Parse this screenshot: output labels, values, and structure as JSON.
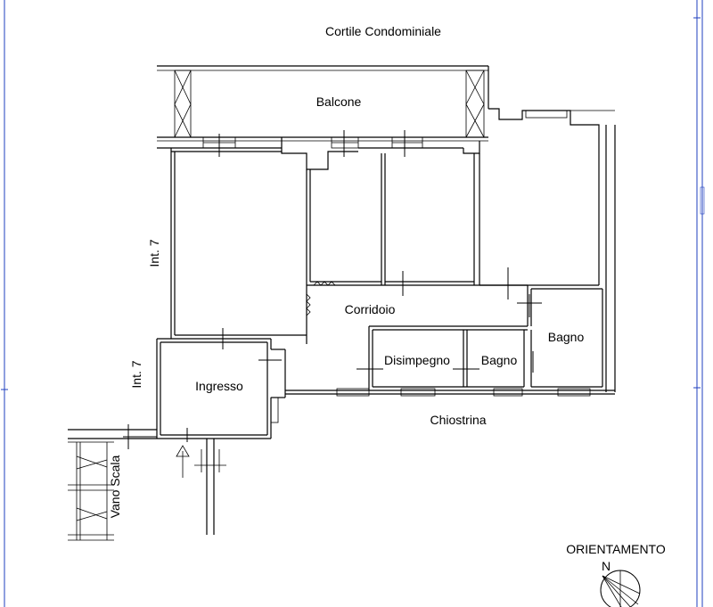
{
  "labels": {
    "cortile": "Cortile Condominiale",
    "balcone": "Balcone",
    "int7_top": "Int. 7",
    "int7_bottom": "Int. 7",
    "corridoio": "Corridoio",
    "ingresso": "Ingresso",
    "disimpegno": "Disimpegno",
    "bagno_small": "Bagno",
    "bagno_right": "Bagno",
    "chiostrina": "Chiostrina",
    "vano_scala": "Vano Scala",
    "orientamento": "ORIENTAMENTO",
    "north": "N"
  },
  "colors": {
    "lines": "#000000",
    "frame": "#1f3fbf",
    "background": "#ffffff"
  },
  "icons": {
    "north_arrow": "compass-north-arrow-icon",
    "entrance_arrow": "arrow-up-icon"
  }
}
